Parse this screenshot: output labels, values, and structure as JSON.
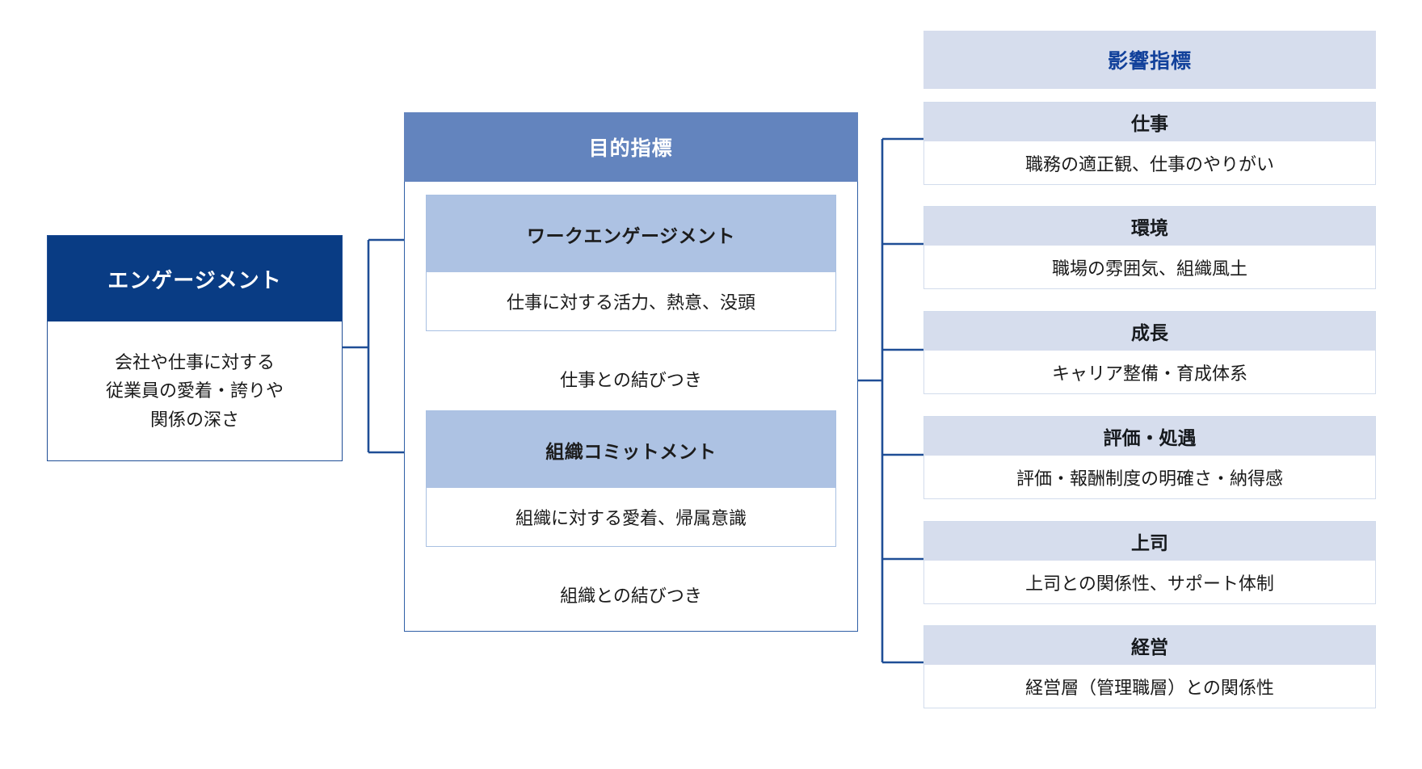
{
  "colors": {
    "deep_navy": "#093c84",
    "mid_blue": "#6384be",
    "light_blue": "#adc2e3",
    "pale_blue": "#d6dded",
    "title_blue": "#12419b",
    "connector": "#1f4e96"
  },
  "engagement": {
    "title": "エンゲージメント",
    "description": "会社や仕事に対する\n従業員の愛着・誇りや\n関係の深さ"
  },
  "purpose": {
    "title": "目的指標",
    "cards": [
      {
        "title": "ワークエンゲージメント",
        "description": "仕事に対する活力、熱意、没頭",
        "caption": "仕事との結びつき"
      },
      {
        "title": "組織コミットメント",
        "description": "組織に対する愛着、帰属意識",
        "caption": "組織との結びつき"
      }
    ]
  },
  "impact": {
    "title": "影響指標",
    "items": [
      {
        "title": "仕事",
        "description": "職務の適正観、仕事のやりがい"
      },
      {
        "title": "環境",
        "description": "職場の雰囲気、組織風土"
      },
      {
        "title": "成長",
        "description": "キャリア整備・育成体系"
      },
      {
        "title": "評価・処遇",
        "description": "評価・報酬制度の明確さ・納得感"
      },
      {
        "title": "上司",
        "description": "上司との関係性、サポート体制"
      },
      {
        "title": "経営",
        "description": "経営層（管理職層）との関係性"
      }
    ]
  }
}
